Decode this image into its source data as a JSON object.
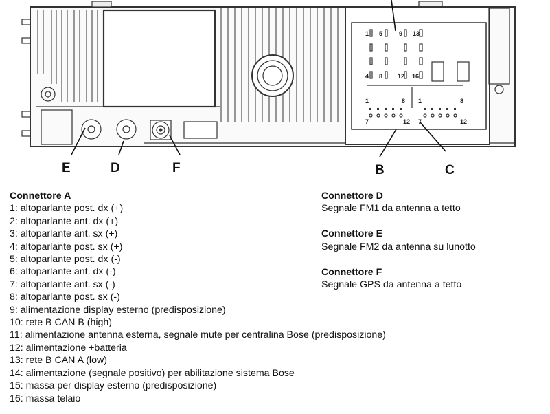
{
  "diagram": {
    "labels": {
      "E": "E",
      "D": "D",
      "F": "F",
      "B": "B",
      "C": "C"
    },
    "pins_top": [
      "1",
      "5",
      "9",
      "13",
      "4",
      "8",
      "12",
      "16"
    ],
    "pins_bottom": [
      "1",
      "8",
      "7",
      "12",
      "1",
      "8",
      "7",
      "12"
    ]
  },
  "connector_a": {
    "title": "Connettore A",
    "pins": [
      "1: altoparlante post. dx (+)",
      "2: altoparlante ant. dx (+)",
      "3: altoparlante ant. sx (+)",
      "4: altoparlante post. sx (+)",
      "5: altoparlante post. dx (-)",
      "6: altoparlante ant. dx (-)",
      "7: altoparlante ant. sx (-)",
      "8: altoparlante post. sx (-)",
      "9: alimentazione display esterno (predisposizione)",
      "10: rete B CAN B (high)",
      "11: alimentazione antenna esterna, segnale mute per centralina Bose (predisposizione)",
      "12: alimentazione +batteria",
      "13: rete B CAN A (low)",
      "14: alimentazione (segnale positivo) per abilitazione sistema Bose",
      "15: massa per display esterno (predisposizione)",
      "16: massa telaio"
    ]
  },
  "connector_d": {
    "title": "Connettore D",
    "desc": "Segnale FM1 da antenna a tetto"
  },
  "connector_e": {
    "title": "Connettore E",
    "desc": "Segnale FM2 da antenna su lunotto"
  },
  "connector_f": {
    "title": "Connettore F",
    "desc": "Segnale GPS da antenna a tetto"
  }
}
